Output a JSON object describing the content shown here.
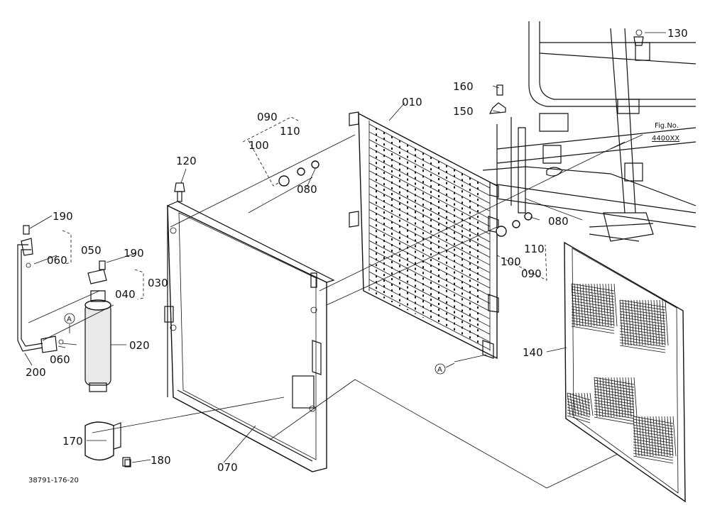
{
  "labels": {
    "p010": "010",
    "p020": "020",
    "p030": "030",
    "p040": "040",
    "p050": "050",
    "p060a": "060",
    "p060b": "060",
    "p070": "070",
    "p080a": "080",
    "p080b": "080",
    "p090a": "090",
    "p090b": "090",
    "p100a": "100",
    "p100b": "100",
    "p110a": "110",
    "p110b": "110",
    "p120": "120",
    "p130": "130",
    "p140": "140",
    "p150": "150",
    "p160": "160",
    "p170": "170",
    "p180": "180",
    "p190a": "190",
    "p190b": "190",
    "p200": "200"
  },
  "markers": {
    "a1": "A",
    "a2": "A"
  },
  "figref": {
    "line1": "Fig.No.",
    "line2": "4400XX"
  },
  "footer": {
    "code": "38791-176-20"
  }
}
